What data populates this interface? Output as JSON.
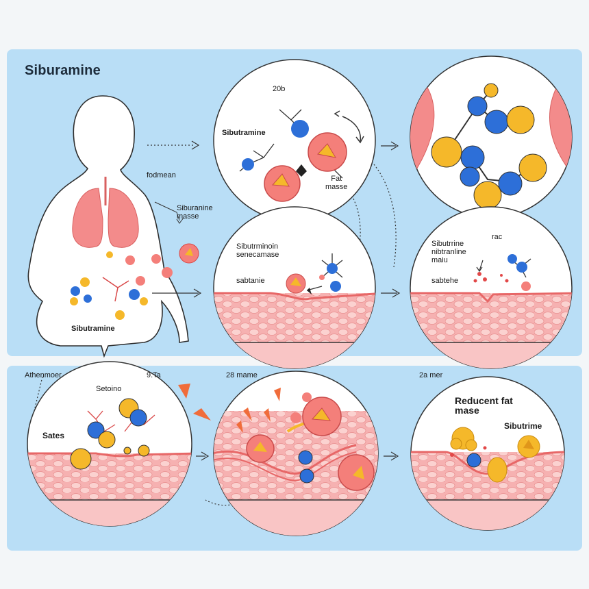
{
  "title": "Siburamine",
  "labels": {
    "top_time": "20b",
    "fodmean": "fodmean",
    "siburanine_masse": "Siburanine\nmasse",
    "sibutramine_body": "Sibutramine",
    "sibutramine_c1": "Sibutramine",
    "fat_masse": "Fat\nmasse",
    "c2_sibutramoin": "Sibutrminoin",
    "c2_senecamase": "senecamase",
    "c2_sabtanie": "sabtanie",
    "c3_line1": "Sibutrrine",
    "c3_line2": "nibtranline",
    "c3_line3": "maiu",
    "c3_rac": "rac",
    "c3_sabtehe": "sabtehe",
    "b_athenmoer": "Athenmoer",
    "b_9ta": "9.Ta",
    "b_28name": "28 mame",
    "b_2aimer": "2a mer",
    "b_setoino": "Setoino",
    "b_sates": "Sates",
    "b_reducent": "Reducent fat\nmase",
    "b_sibutrime": "Sibutrime"
  },
  "colors": {
    "panel": "#b9def6",
    "tissue": "#f7b4b4",
    "tissue_line": "#e76767",
    "blue_atom": "#2d6fd8",
    "yellow_atom": "#f5b82a",
    "red_cell": "#f47f7a"
  }
}
